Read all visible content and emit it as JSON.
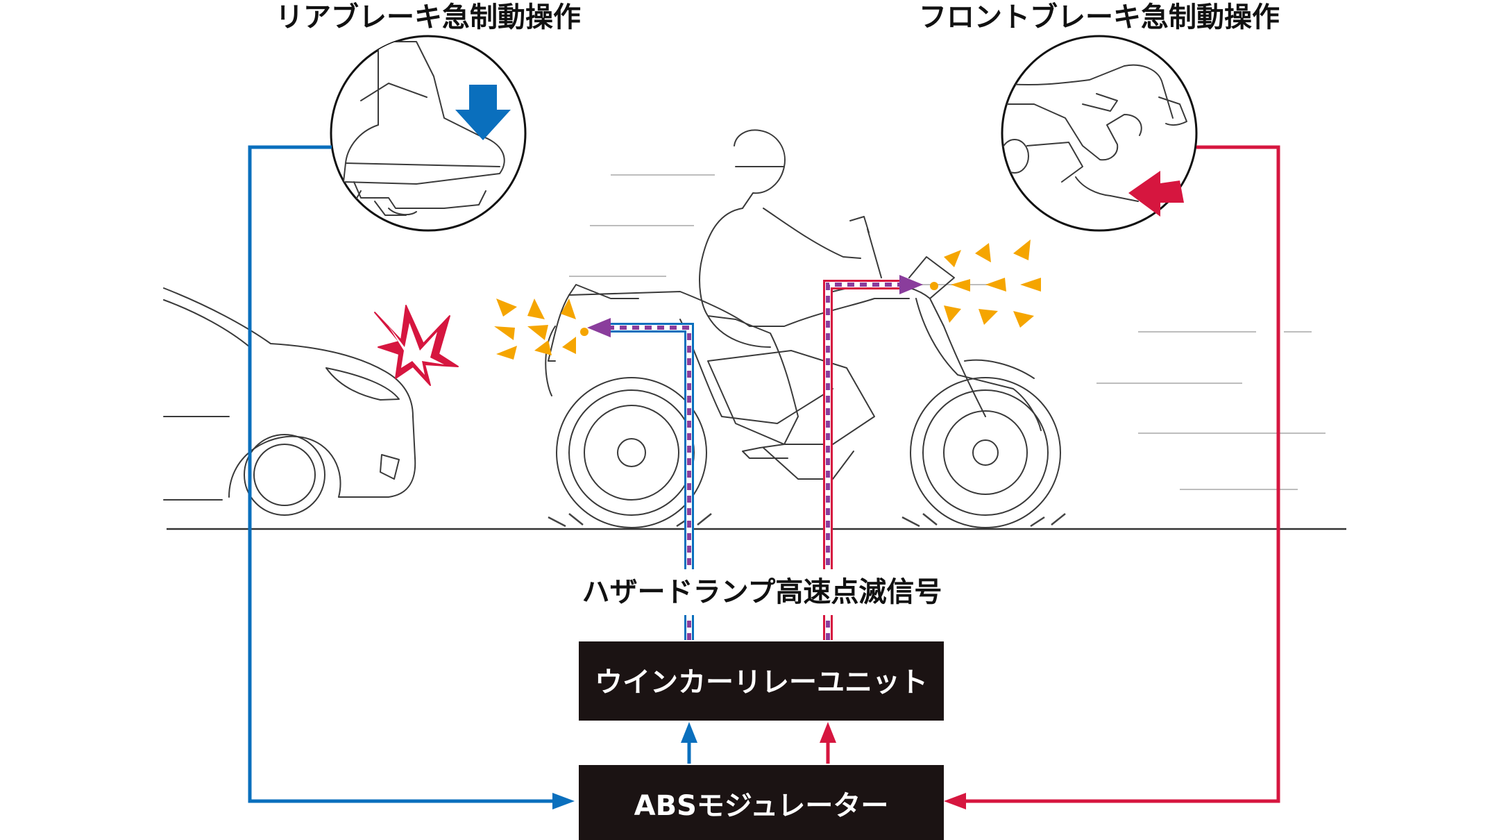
{
  "labels": {
    "rear_operation": "リアブレーキ急制動操作",
    "front_operation": "フロントブレーキ急制動操作",
    "hazard_signal": "ハザードランプ高速点滅信号",
    "relay_unit": "ウインカーリレーユニット",
    "abs_modulator": "ABSモジュレーター"
  },
  "colors": {
    "rear_line": "#0a6fbd",
    "front_line": "#d6163f",
    "signal_dash": "#8a3d9c",
    "box_fill": "#1b1313",
    "hazard_flash": "#f5a500",
    "impact": "#d6163f"
  }
}
